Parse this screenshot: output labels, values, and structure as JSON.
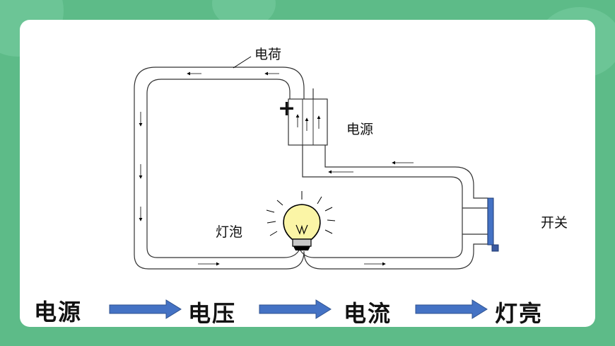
{
  "labels": {
    "charge": "电荷",
    "power": "电源",
    "switch": "开关",
    "bulb": "灯泡",
    "plus": "+"
  },
  "flow": [
    "电源",
    "电压",
    "电流",
    "灯亮"
  ],
  "colors": {
    "background": "#5dbb88",
    "arrow": "#4472c4",
    "switch": "#4472c4"
  }
}
